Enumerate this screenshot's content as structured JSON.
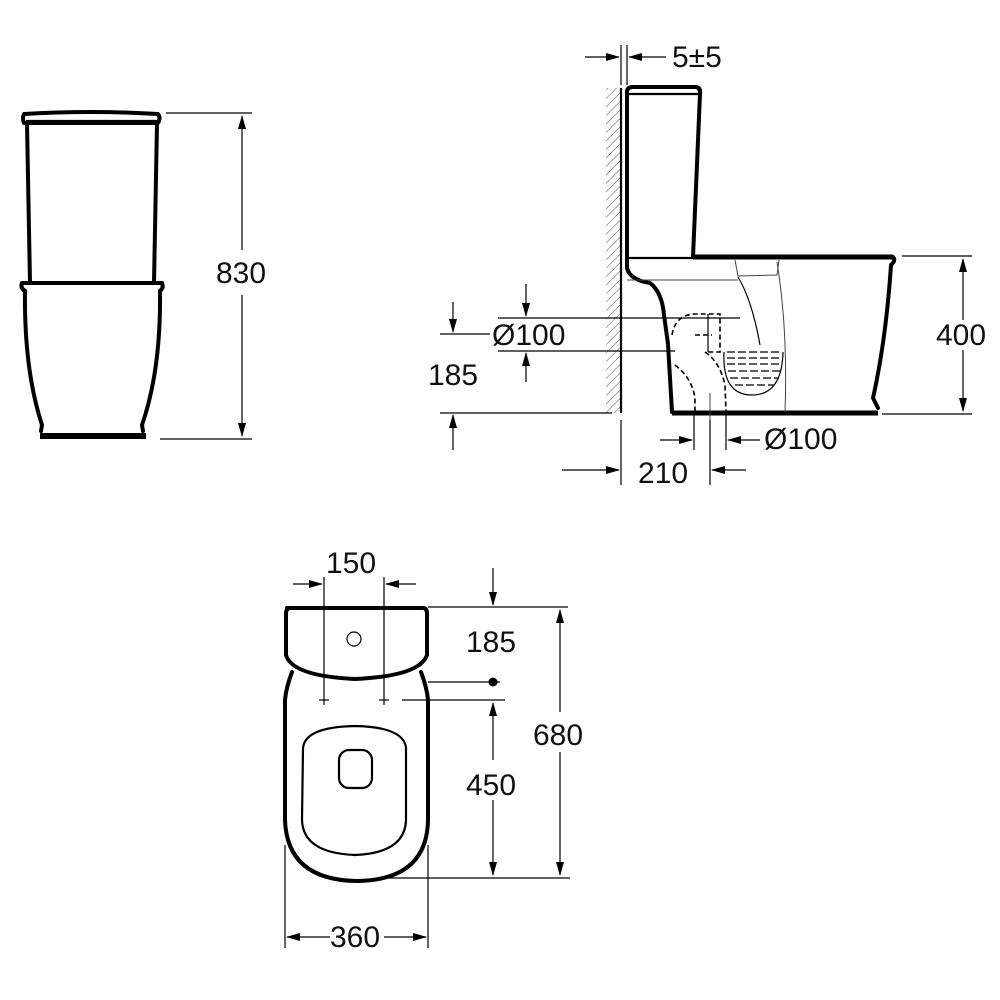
{
  "drawing": {
    "type": "toilet-technical-drawing",
    "units": "mm",
    "views": {
      "front": {
        "dimensions": {
          "overall_height": "830"
        }
      },
      "side": {
        "dimensions": {
          "wall_gap": "5±5",
          "inlet_diameter": "Ø100",
          "inlet_height": "185",
          "seat_height": "400",
          "outlet_diameter": "Ø100",
          "outlet_offset": "210"
        }
      },
      "top": {
        "dimensions": {
          "seat_hole_spacing": "150",
          "inlet_offset": "185",
          "overall_depth": "680",
          "hinge_to_front": "450",
          "overall_width": "360"
        }
      }
    },
    "colors": {
      "line": "#000000",
      "text": "#111111",
      "background": "#ffffff"
    }
  }
}
